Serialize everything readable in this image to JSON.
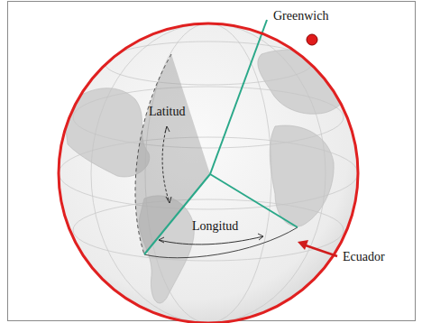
{
  "diagram": {
    "labels": [
      "Greenwich",
      "Latitud",
      "Longitud",
      "Ecuador"
    ]
  }
}
